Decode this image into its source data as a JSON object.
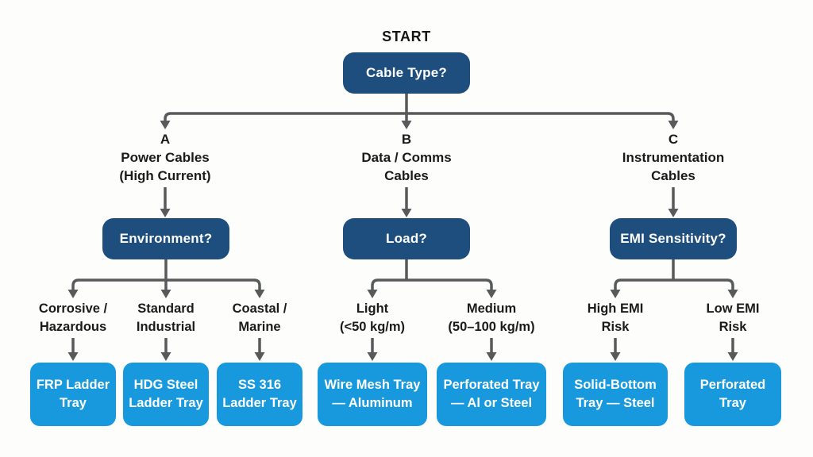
{
  "colors": {
    "background": "#fdfdfb",
    "decision_fill": "#1d4e7d",
    "result_fill": "#1899de",
    "connector": "#58595b",
    "text": "#1b1b1b",
    "box_text": "#ffffff"
  },
  "flow": {
    "start_label": "START",
    "root_label": "Cable Type?",
    "branches": [
      {
        "letter": "A",
        "name_lines": [
          "Power Cables",
          "(High Current)"
        ],
        "decision_label": "Environment?",
        "options": [
          {
            "condition_lines": [
              "Corrosive /",
              "Hazardous"
            ],
            "result_lines": [
              "FRP Ladder",
              "Tray"
            ]
          },
          {
            "condition_lines": [
              "Standard",
              "Industrial"
            ],
            "result_lines": [
              "HDG Steel",
              "Ladder Tray"
            ]
          },
          {
            "condition_lines": [
              "Coastal /",
              "Marine"
            ],
            "result_lines": [
              "SS 316",
              "Ladder Tray"
            ]
          }
        ]
      },
      {
        "letter": "B",
        "name_lines": [
          "Data / Comms",
          "Cables"
        ],
        "decision_label": "Load?",
        "options": [
          {
            "condition_lines": [
              "Light",
              "(<50 kg/m)"
            ],
            "result_lines": [
              "Wire Mesh Tray",
              "— Aluminum"
            ]
          },
          {
            "condition_lines": [
              "Medium",
              "(50–100 kg/m)"
            ],
            "result_lines": [
              "Perforated Tray",
              "— Al or Steel"
            ]
          }
        ]
      },
      {
        "letter": "C",
        "name_lines": [
          "Instrumentation",
          "Cables"
        ],
        "decision_label": "EMI Sensitivity?",
        "options": [
          {
            "condition_lines": [
              "High EMI",
              "Risk"
            ],
            "result_lines": [
              "Solid-Bottom",
              "Tray — Steel"
            ]
          },
          {
            "condition_lines": [
              "Low EMI",
              "Risk"
            ],
            "result_lines": [
              "Perforated",
              "Tray"
            ]
          }
        ]
      }
    ]
  }
}
